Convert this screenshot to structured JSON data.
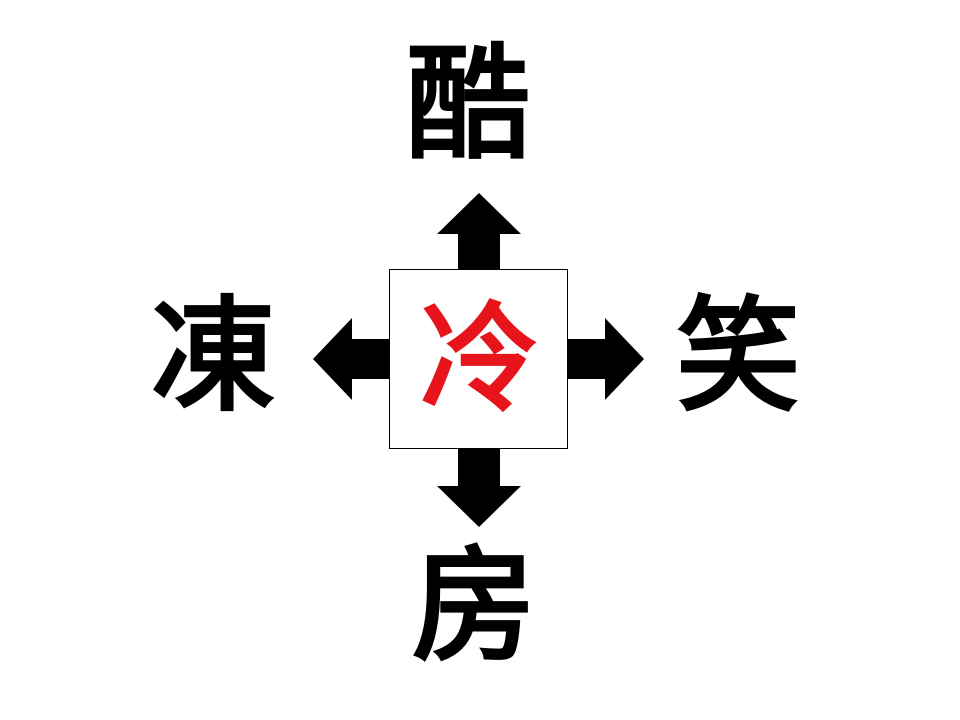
{
  "puzzle": {
    "center": {
      "char": "冷",
      "color": "#e8141c"
    },
    "top": {
      "char": "酷"
    },
    "left": {
      "char": "凍"
    },
    "right": {
      "char": "笑"
    },
    "bottom": {
      "char": "房"
    }
  },
  "colors": {
    "text": "#000000",
    "arrow": "#000000",
    "box_border": "#000000",
    "background": "#ffffff"
  }
}
